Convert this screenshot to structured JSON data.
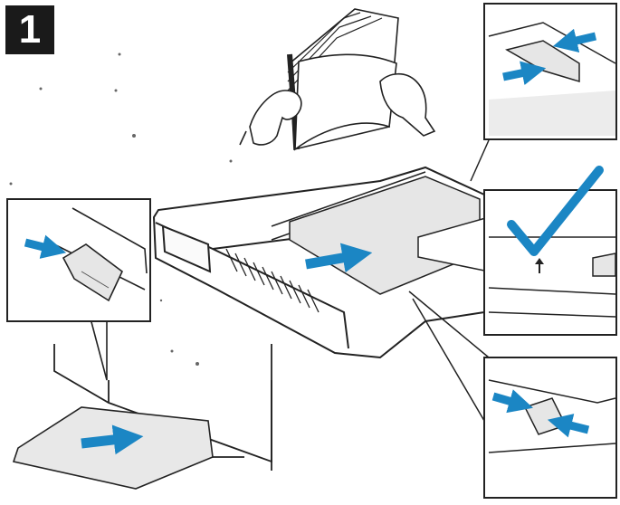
{
  "step": {
    "number": "1"
  },
  "colors": {
    "arrow": "#1b86c4",
    "check": "#1b86c4",
    "line": "#222222",
    "paper": "#ececec",
    "background": "#ffffff"
  },
  "icons": [
    "hands-holding-paper-icon",
    "paper-tray-icon",
    "check-mark-icon",
    "push-arrow-icon",
    "fill-line-arrow-icon"
  ],
  "callouts": [
    "length-guide-detail",
    "fill-line-check-detail",
    "width-guide-detail",
    "tray-release-detail"
  ]
}
